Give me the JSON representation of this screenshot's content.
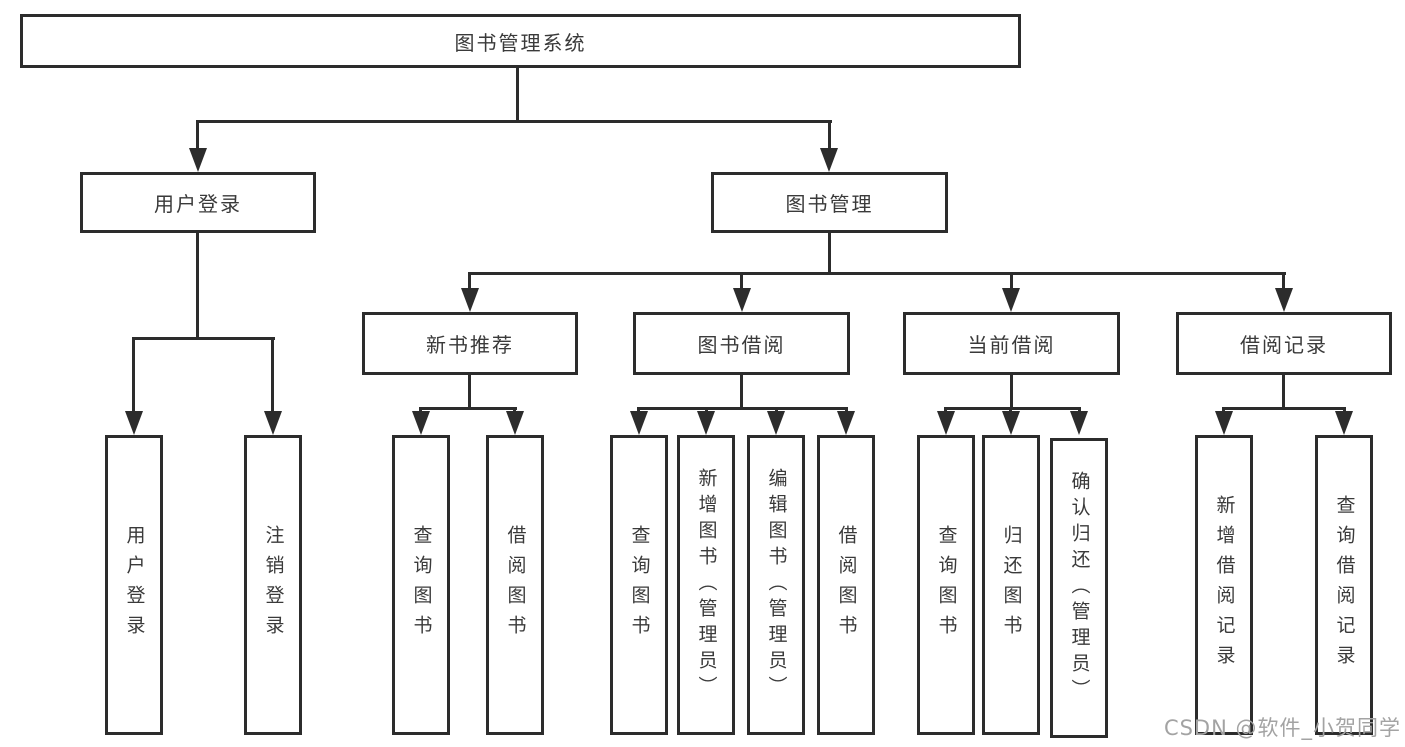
{
  "diagram_type": "hierarchy-chart",
  "colors": {
    "line": "#2c2c2c",
    "text": "#3a3a3a",
    "watermark": "#a3a3a3",
    "background": "#ffffff"
  },
  "tree": {
    "root": {
      "label": "图书管理系统"
    },
    "branches": [
      {
        "label": "用户登录",
        "children": [
          {
            "label": "用户登录"
          },
          {
            "label": "注销登录"
          }
        ]
      },
      {
        "label": "图书管理",
        "children": [
          {
            "label": "新书推荐",
            "children": [
              {
                "label": "查询图书"
              },
              {
                "label": "借阅图书"
              }
            ]
          },
          {
            "label": "图书借阅",
            "children": [
              {
                "label": "查询图书"
              },
              {
                "label": "新增图书（管理员）"
              },
              {
                "label": "编辑图书（管理员）"
              },
              {
                "label": "借阅图书"
              }
            ]
          },
          {
            "label": "当前借阅",
            "children": [
              {
                "label": "查询图书"
              },
              {
                "label": "归还图书"
              },
              {
                "label": "确认归还（管理员）"
              }
            ]
          },
          {
            "label": "借阅记录",
            "children": [
              {
                "label": "新增借阅记录"
              },
              {
                "label": "查询借阅记录"
              }
            ]
          }
        ]
      }
    ]
  },
  "watermark": "CSDN @软件_小贺同学"
}
